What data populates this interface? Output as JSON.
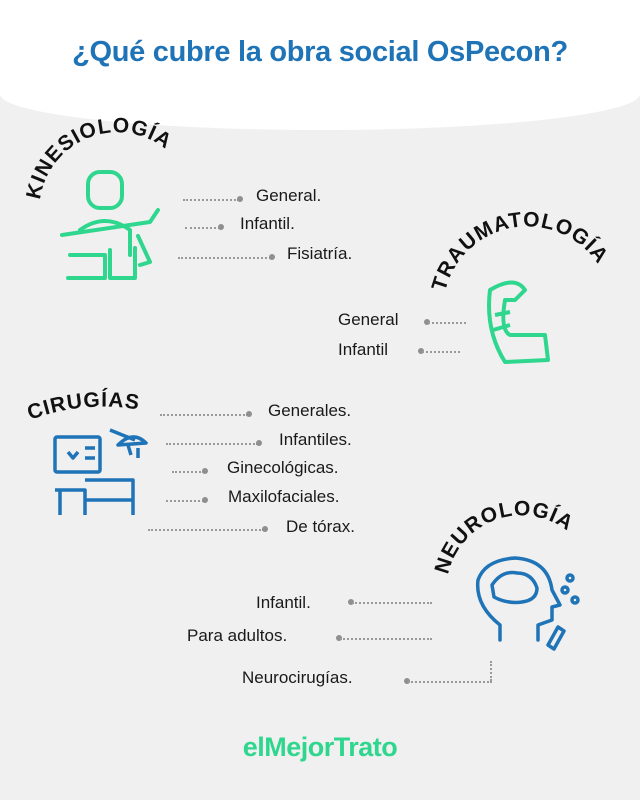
{
  "title": "¿Qué cubre la obra social OsPecon?",
  "sections": {
    "kinesiologia": {
      "heading": "KINESIOLOGÍA",
      "items": [
        "General.",
        "Infantil.",
        "Fisiatría."
      ]
    },
    "traumatologia": {
      "heading": "TRAUMATOLOGÍA",
      "items": [
        "General",
        "Infantil"
      ]
    },
    "cirugias": {
      "heading": "CIRUGÍAS",
      "items": [
        "Generales.",
        "Infantiles.",
        "Ginecológicas.",
        "Maxilofaciales.",
        "De tórax."
      ]
    },
    "neurologia": {
      "heading": "NEUROLOGÍA",
      "items": [
        "Infantil.",
        "Para adultos.",
        "Neurocirugías."
      ]
    }
  },
  "logo": "elMejorTrato",
  "colors": {
    "title": "#1f73b7",
    "green": "#2fd68e",
    "blue": "#1f73b7"
  }
}
